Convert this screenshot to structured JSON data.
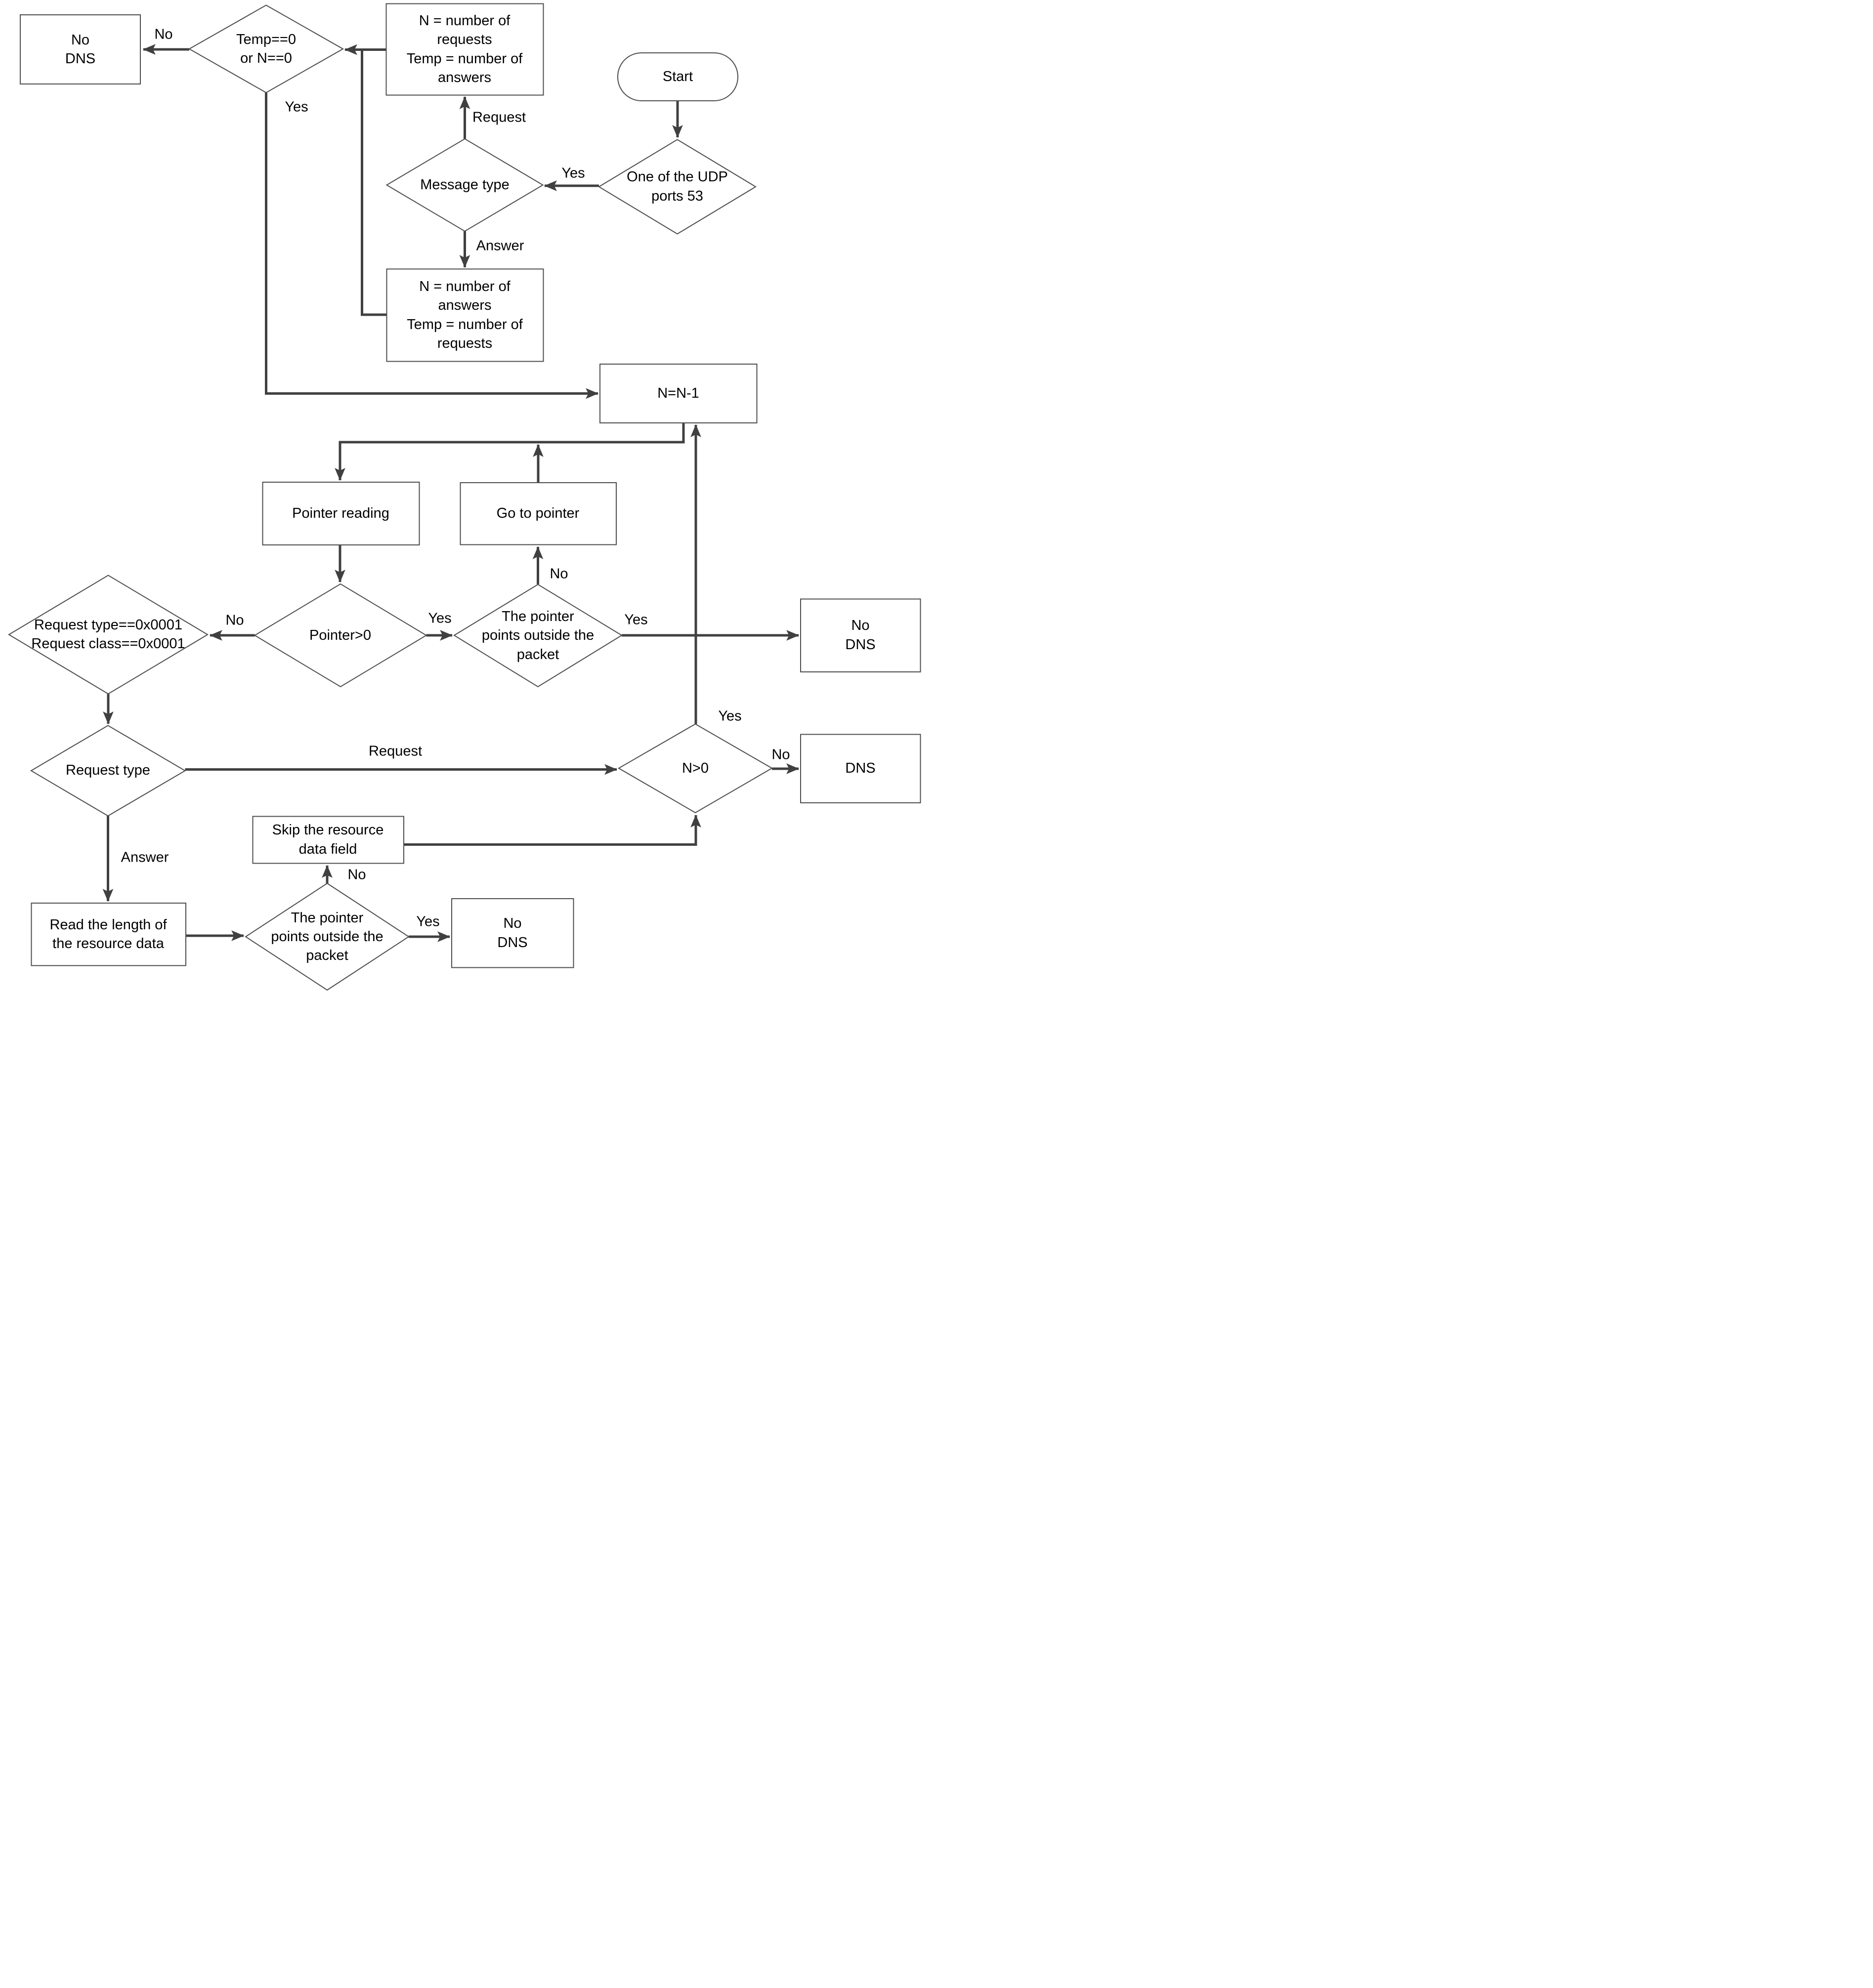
{
  "diagram_type": "flowchart",
  "colors": {
    "background": "#ffffff",
    "connector": "#404040",
    "shape_outline": "#4d4d4d",
    "text": "#000000"
  },
  "nodes": {
    "start": {
      "type": "terminator",
      "label": "Start"
    },
    "udp_check": {
      "type": "decision",
      "lines": [
        "One of the UDP",
        "ports 53"
      ]
    },
    "message_type": {
      "type": "decision",
      "label": "Message type"
    },
    "set_n_requests": {
      "type": "process",
      "lines": [
        "N = number of",
        "requests",
        "Temp = number of",
        "answers"
      ]
    },
    "set_n_answers": {
      "type": "process",
      "lines": [
        "N = number of",
        "answers",
        "Temp = number of",
        "requests"
      ]
    },
    "temp_or_n_zero": {
      "type": "decision",
      "lines": [
        "Temp==0",
        "or N==0"
      ]
    },
    "no_dns_top": {
      "type": "process",
      "lines": [
        "No",
        "DNS"
      ]
    },
    "n_minus_1": {
      "type": "process",
      "label": "N=N-1"
    },
    "pointer_reading": {
      "type": "process",
      "label": "Pointer reading"
    },
    "go_to_pointer": {
      "type": "process",
      "label": "Go to pointer"
    },
    "pointer_gt_0": {
      "type": "decision",
      "label": "Pointer>0"
    },
    "pointer_outside_1": {
      "type": "decision",
      "lines": [
        "The pointer",
        "points outside the",
        "packet"
      ]
    },
    "no_dns_right": {
      "type": "process",
      "lines": [
        "No",
        "DNS"
      ]
    },
    "request_type_class": {
      "type": "decision",
      "lines": [
        "Request type==0x0001",
        "Request class==0x0001"
      ]
    },
    "request_type": {
      "type": "decision",
      "label": "Request type"
    },
    "n_gt_0": {
      "type": "decision",
      "label": "N>0"
    },
    "dns": {
      "type": "process",
      "label": "DNS"
    },
    "skip_resource": {
      "type": "process",
      "lines": [
        "Skip the resource",
        "data field"
      ]
    },
    "read_length": {
      "type": "process",
      "lines": [
        "Read the length of",
        "the resource data"
      ]
    },
    "pointer_outside_2": {
      "type": "decision",
      "lines": [
        "The pointer",
        "points outside the",
        "packet"
      ]
    },
    "no_dns_bottom": {
      "type": "process",
      "lines": [
        "No",
        "DNS"
      ]
    }
  },
  "edge_labels": {
    "temp_no": "No",
    "temp_yes": "Yes",
    "msg_request": "Request",
    "udp_yes": "Yes",
    "msg_answer": "Answer",
    "outside1_no": "No",
    "pgt0_yes": "Yes",
    "outside1_yes": "Yes",
    "pgt0_no": "No",
    "ngt0_yes": "Yes",
    "reqtype_request": "Request",
    "ngt0_no": "No",
    "reqtype_answer": "Answer",
    "outside2_no": "No",
    "outside2_yes": "Yes"
  }
}
